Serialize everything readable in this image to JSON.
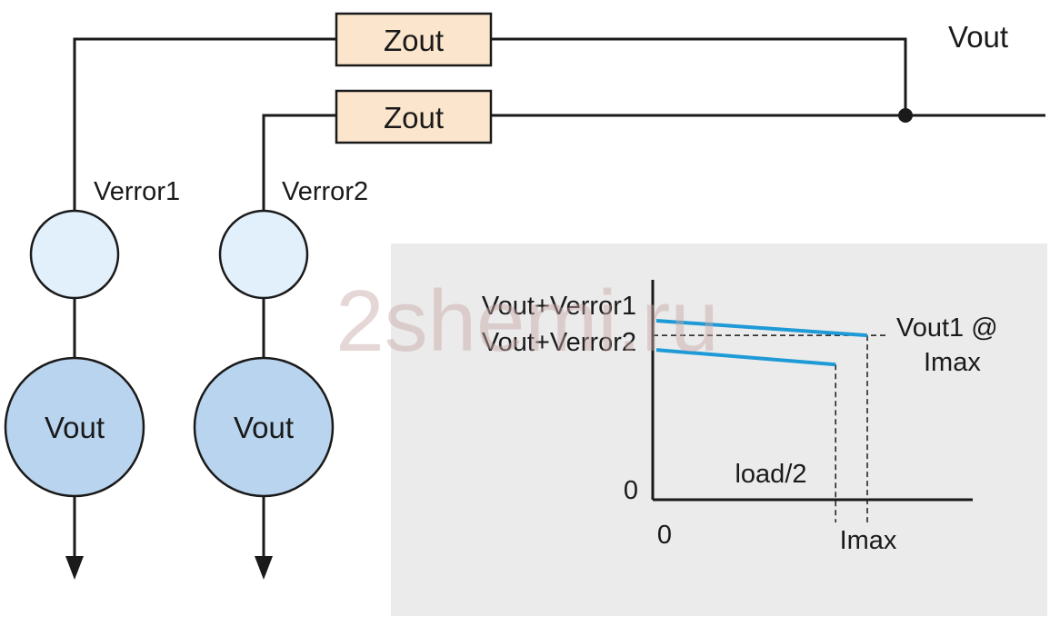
{
  "watermark": "2shemi.ru",
  "colors": {
    "wire": "#1a1a1a",
    "resistor_fill": "#fbe5cc",
    "error_source_fill": "#e2f0fb",
    "vout_source_fill": "#b9d4ef",
    "inset_bg": "#ebebeb",
    "plot_line": "#1e9ad6"
  },
  "circuit": {
    "output_label": "Vout",
    "resistors": [
      {
        "label": "Zout"
      },
      {
        "label": "Zout"
      }
    ],
    "error_sources": [
      {
        "label": "Verror1"
      },
      {
        "label": "Verror2"
      }
    ],
    "voltage_sources": [
      {
        "label": "Vout"
      },
      {
        "label": "Vout"
      }
    ]
  },
  "chart_data": {
    "type": "line",
    "y_axis_labels": [
      "Vout+Verror1",
      "Vout+Verror2",
      "0"
    ],
    "x_axis_labels": [
      "0",
      "Imax"
    ],
    "annotations": [
      "load/2",
      "Vout1 @",
      "Imax"
    ],
    "series": [
      {
        "x": [
          0,
          1
        ],
        "y": [
          0.98,
          0.9
        ]
      },
      {
        "x": [
          0,
          0.85
        ],
        "y": [
          0.82,
          0.74
        ]
      }
    ],
    "xlim": [
      0,
      1.4
    ],
    "ylim": [
      0,
      1.0
    ],
    "markers": {
      "load_half_x": 0.85,
      "imax_x": 1.0,
      "vout1_y": 0.9
    },
    "grid": false,
    "legend": "none"
  }
}
